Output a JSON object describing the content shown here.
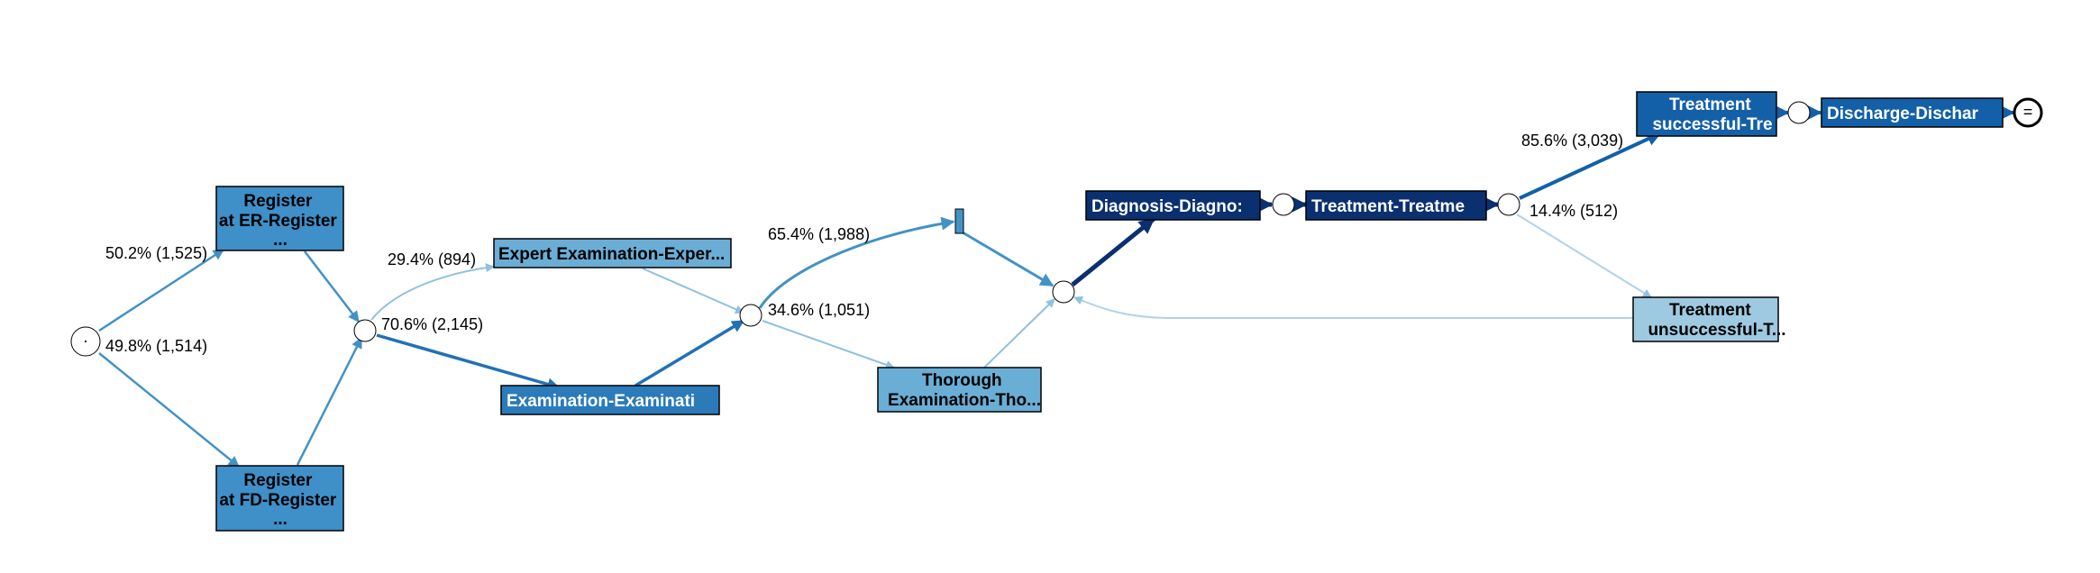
{
  "activities": [
    {
      "id": "register-er",
      "lines": [
        "Register",
        "at ER-Register",
        "..."
      ],
      "fill": "#3f8fc8",
      "text_color": "#000000"
    },
    {
      "id": "register-fd",
      "lines": [
        "Register",
        "at FD-Register",
        "..."
      ],
      "fill": "#3f8fc8",
      "text_color": "#000000"
    },
    {
      "id": "expert-examination",
      "lines": [
        "Expert Examination-Exper..."
      ],
      "fill": "#6aaed6",
      "text_color": "#000000"
    },
    {
      "id": "examination",
      "lines": [
        "Examination-Examinati"
      ],
      "fill": "#2b7bba",
      "text_color": "#ffffff"
    },
    {
      "id": "thorough-examination",
      "lines": [
        "Thorough",
        "Examination-Tho..."
      ],
      "fill": "#6aaed6",
      "text_color": "#000000"
    },
    {
      "id": "diagnosis",
      "lines": [
        "Diagnosis-Diagno:"
      ],
      "fill": "#0a3070",
      "text_color": "#ffffff"
    },
    {
      "id": "treatment",
      "lines": [
        "Treatment-Treatme"
      ],
      "fill": "#0a3070",
      "text_color": "#ffffff"
    },
    {
      "id": "treatment-successful",
      "lines": [
        "Treatment",
        "successful-Tre"
      ],
      "fill": "#1360a8",
      "text_color": "#ffffff"
    },
    {
      "id": "discharge",
      "lines": [
        "Discharge-Dischar"
      ],
      "fill": "#1360a8",
      "text_color": "#ffffff"
    },
    {
      "id": "treatment-unsuccessful",
      "lines": [
        "Treatment",
        "unsuccessful-T..."
      ],
      "fill": "#9ecae1",
      "text_color": "#000000"
    }
  ],
  "edge_labels": [
    {
      "id": "label-er-branch",
      "text": "50.2% (1,525)"
    },
    {
      "id": "label-fd-branch",
      "text": "49.8% (1,514)"
    },
    {
      "id": "label-expert-branch",
      "text": "29.4% (894)"
    },
    {
      "id": "label-examination-branch",
      "text": "70.6% (2,145)"
    },
    {
      "id": "label-skip-branch",
      "text": "65.4% (1,988)"
    },
    {
      "id": "label-thorough-branch",
      "text": "34.6% (1,051)"
    },
    {
      "id": "label-successful-branch",
      "text": "85.6% (3,039)"
    },
    {
      "id": "label-unsuccessful-branch",
      "text": "14.4% (512)"
    }
  ],
  "start_symbol": "·",
  "end_symbol": "="
}
